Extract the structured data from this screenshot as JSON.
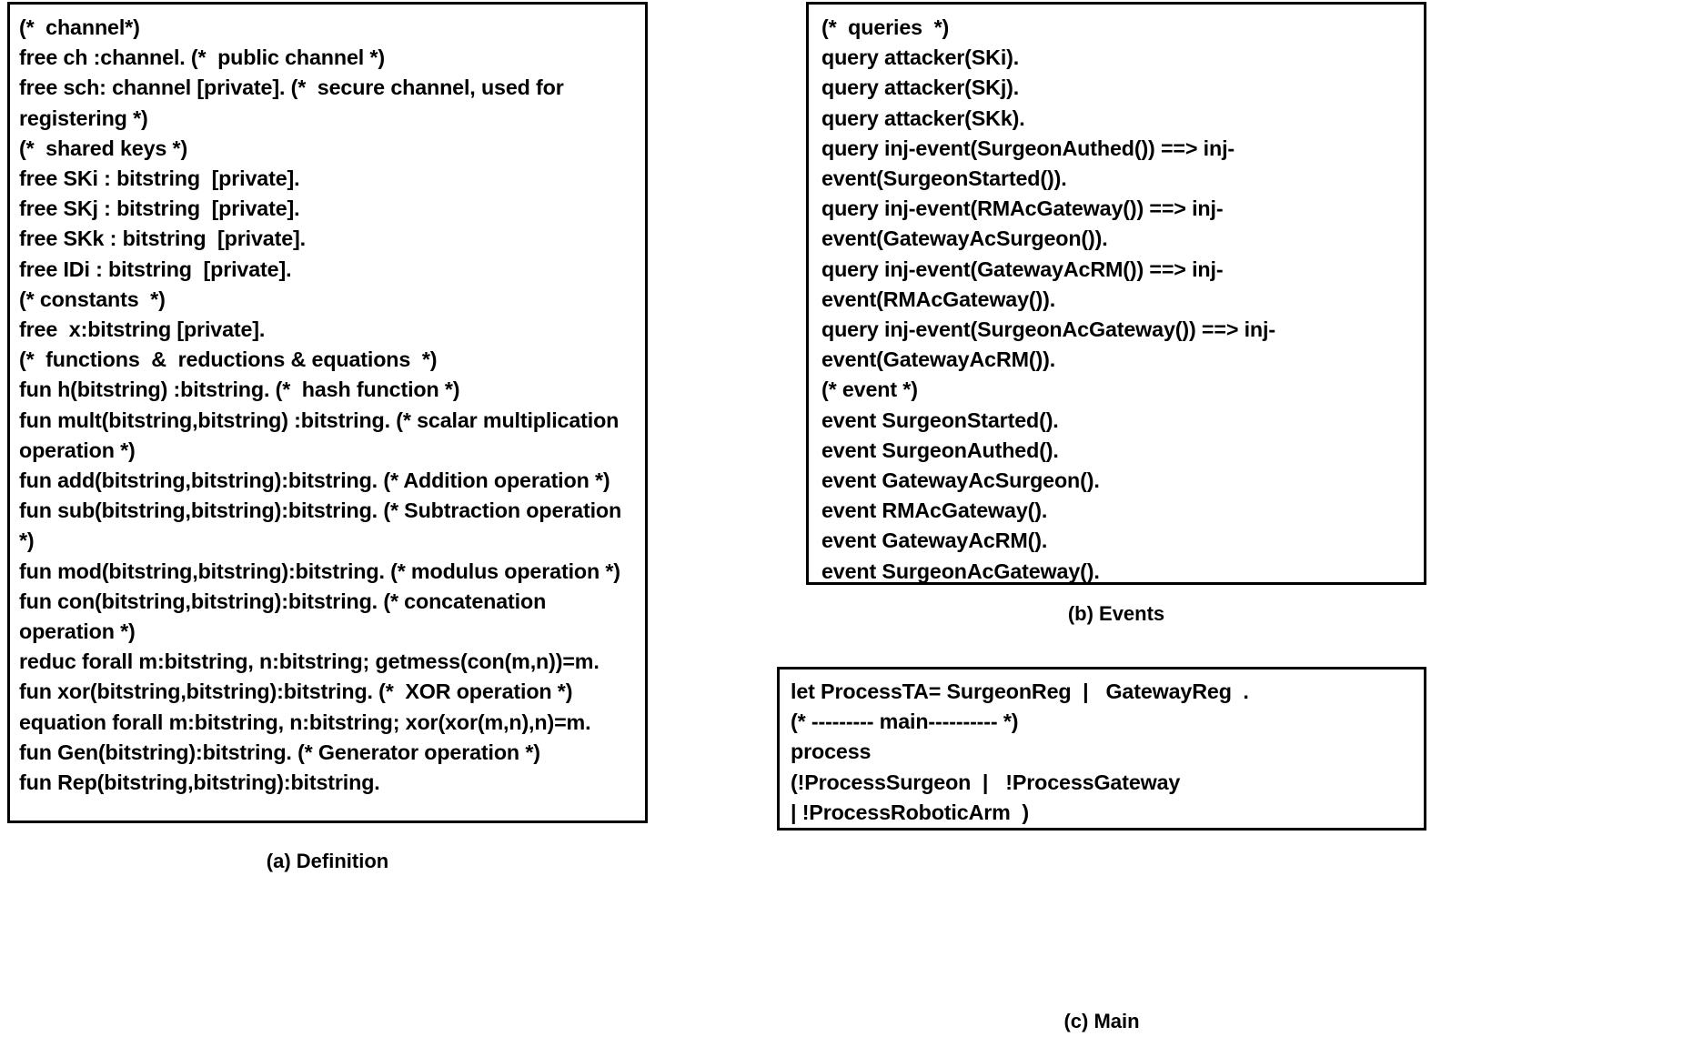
{
  "figure": {
    "panels": [
      {
        "id": "definition",
        "caption": "(a) Definition",
        "lines": [
          "(*  channel*)",
          "free ch :channel. (*  public channel *)",
          "free sch: channel [private]. (*  secure channel, used for registering *)",
          "(*  shared keys *)",
          "free SKi : bitstring  [private].",
          "free SKj : bitstring  [private].",
          "free SKk : bitstring  [private].",
          "free IDi : bitstring  [private].",
          "(* constants  *)",
          "free  x:bitstring [private].",
          "(*  functions  &  reductions & equations  *)",
          "fun h(bitstring) :bitstring. (*  hash function *)",
          "fun mult(bitstring,bitstring) :bitstring. (* scalar multiplication operation *)",
          "fun add(bitstring,bitstring):bitstring. (* Addition operation *)",
          "fun sub(bitstring,bitstring):bitstring. (* Subtraction operation *)",
          "fun mod(bitstring,bitstring):bitstring. (* modulus operation *)",
          "fun con(bitstring,bitstring):bitstring. (* concatenation operation *)",
          "reduc forall m:bitstring, n:bitstring; getmess(con(m,n))=m.",
          "fun xor(bitstring,bitstring):bitstring. (*  XOR operation *)",
          "equation forall m:bitstring, n:bitstring; xor(xor(m,n),n)=m.",
          "fun Gen(bitstring):bitstring. (* Generator operation *)",
          "fun Rep(bitstring,bitstring):bitstring."
        ]
      },
      {
        "id": "events",
        "caption": "(b) Events",
        "lines": [
          "(*  queries  *)",
          "query attacker(SKi).",
          "query attacker(SKj).",
          "query attacker(SKk).",
          "query inj-event(SurgeonAuthed()) ==> inj-event(SurgeonStarted()).",
          "query inj-event(RMAcGateway()) ==> inj-event(GatewayAcSurgeon()).",
          "query inj-event(GatewayAcRM()) ==> inj-event(RMAcGateway()).",
          "query inj-event(SurgeonAcGateway()) ==> inj-event(GatewayAcRM()).",
          "(* event *)",
          "event SurgeonStarted().",
          "event SurgeonAuthed().",
          "event GatewayAcSurgeon().",
          "event RMAcGateway().",
          "event GatewayAcRM().",
          "event SurgeonAcGateway()."
        ]
      },
      {
        "id": "main",
        "caption": "(c) Main",
        "lines": [
          "let ProcessTA= SurgeonReg  |   GatewayReg  .",
          "(* --------- main---------- *)",
          "process",
          "(!ProcessSurgeon  |   !ProcessGateway",
          "| !ProcessRoboticArm  )"
        ]
      }
    ]
  }
}
